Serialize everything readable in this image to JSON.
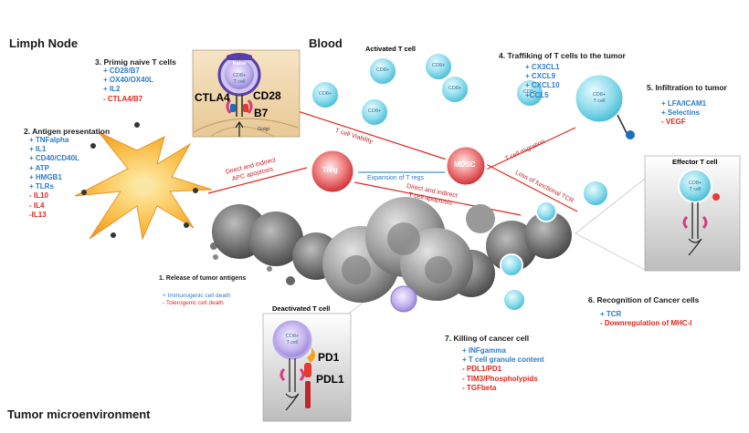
{
  "sections": {
    "lymph": "Limph Node",
    "blood": "Blood",
    "tumor": "Tumor microenvironment"
  },
  "steps": {
    "s1": {
      "title": "1. Release of tumor antigens",
      "items": [
        {
          "text": "+ Immunogenic cell death",
          "sign": "plus"
        },
        {
          "text": "- Tolerogenic cell death",
          "sign": "minus"
        }
      ]
    },
    "s2": {
      "title": "2. Antigen presentation",
      "items": [
        {
          "text": "+ TNFalpha",
          "sign": "plus"
        },
        {
          "text": "+ IL1",
          "sign": "plus"
        },
        {
          "text": "+ CD40/CD40L",
          "sign": "plus"
        },
        {
          "text": "+ ATP",
          "sign": "plus"
        },
        {
          "text": "+ HMGB1",
          "sign": "plus"
        },
        {
          "text": "+ TLRs",
          "sign": "plus"
        },
        {
          "text": "- IL10",
          "sign": "minus"
        },
        {
          "text": "- IL4",
          "sign": "minus"
        },
        {
          "text": "-IL13",
          "sign": "minus"
        }
      ]
    },
    "s3": {
      "title": "3. Primig naive T cells",
      "items": [
        {
          "text": "+ CD28/B7",
          "sign": "plus"
        },
        {
          "text": "+ OX40/OX40L",
          "sign": "plus"
        },
        {
          "text": "+ IL2",
          "sign": "plus"
        },
        {
          "text": "- CTLA4/B7",
          "sign": "minus"
        }
      ]
    },
    "s4": {
      "title": "4. Traffiking of T cells to the tumor",
      "items": [
        {
          "text": "+ CX3CL1",
          "sign": "plus"
        },
        {
          "text": "+ CXCL9",
          "sign": "plus"
        },
        {
          "text": "+ CXCL10",
          "sign": "plus"
        },
        {
          "text": "+CCL5",
          "sign": "plus"
        }
      ]
    },
    "s5": {
      "title": "5. Infiltration to tumor",
      "items": [
        {
          "text": "+ LFA/ICAM1",
          "sign": "plus"
        },
        {
          "text": "+ Selectins",
          "sign": "plus"
        },
        {
          "text": "- VEGF",
          "sign": "minus"
        }
      ]
    },
    "s6": {
      "title": "6. Recognition of Cancer cells",
      "items": [
        {
          "text": "+ TCR",
          "sign": "plus"
        },
        {
          "text": "- Downregulation of MHC-I",
          "sign": "minus"
        }
      ]
    },
    "s7": {
      "title": "7. Killing of cancer cell",
      "items": [
        {
          "text": "+ INFgamma",
          "sign": "plus"
        },
        {
          "text": "+ T cell granule content",
          "sign": "plus"
        },
        {
          "text": "- PDL1/PD1",
          "sign": "minus"
        },
        {
          "text": "- TIM3/Phospholypids",
          "sign": "minus"
        },
        {
          "text": "- TGFbeta",
          "sign": "minus"
        }
      ]
    }
  },
  "cells": {
    "naive": "Naive",
    "cd8": "CD8+",
    "tcell": "T cell",
    "treg": "Treg",
    "mdsc": "MDSC",
    "activated": "Activated T cell",
    "effector": "Effector T cell",
    "deactivated": "Deactivated T cell"
  },
  "molecules": {
    "ctla4": "CTLA4",
    "cd28": "CD28",
    "b7": "B7",
    "golgi": "Golgi",
    "pd1": "PD1",
    "pdl1": "PDL1"
  },
  "arrows": {
    "viability": "T cell Viability",
    "apc": "Direct and indirect\nAPC apoptosis",
    "treg_exp": "Expansion of T regs",
    "tcell_apop": "Direct and indirect\nT cell apoptosis",
    "migration": "T cell migration",
    "tcr_loss": "Loss of functional TCR"
  },
  "colors": {
    "plus": "#2d7cc7",
    "minus": "#e0261f",
    "inhibit": "#e0261f",
    "blue_line": "#4a8fd0"
  }
}
